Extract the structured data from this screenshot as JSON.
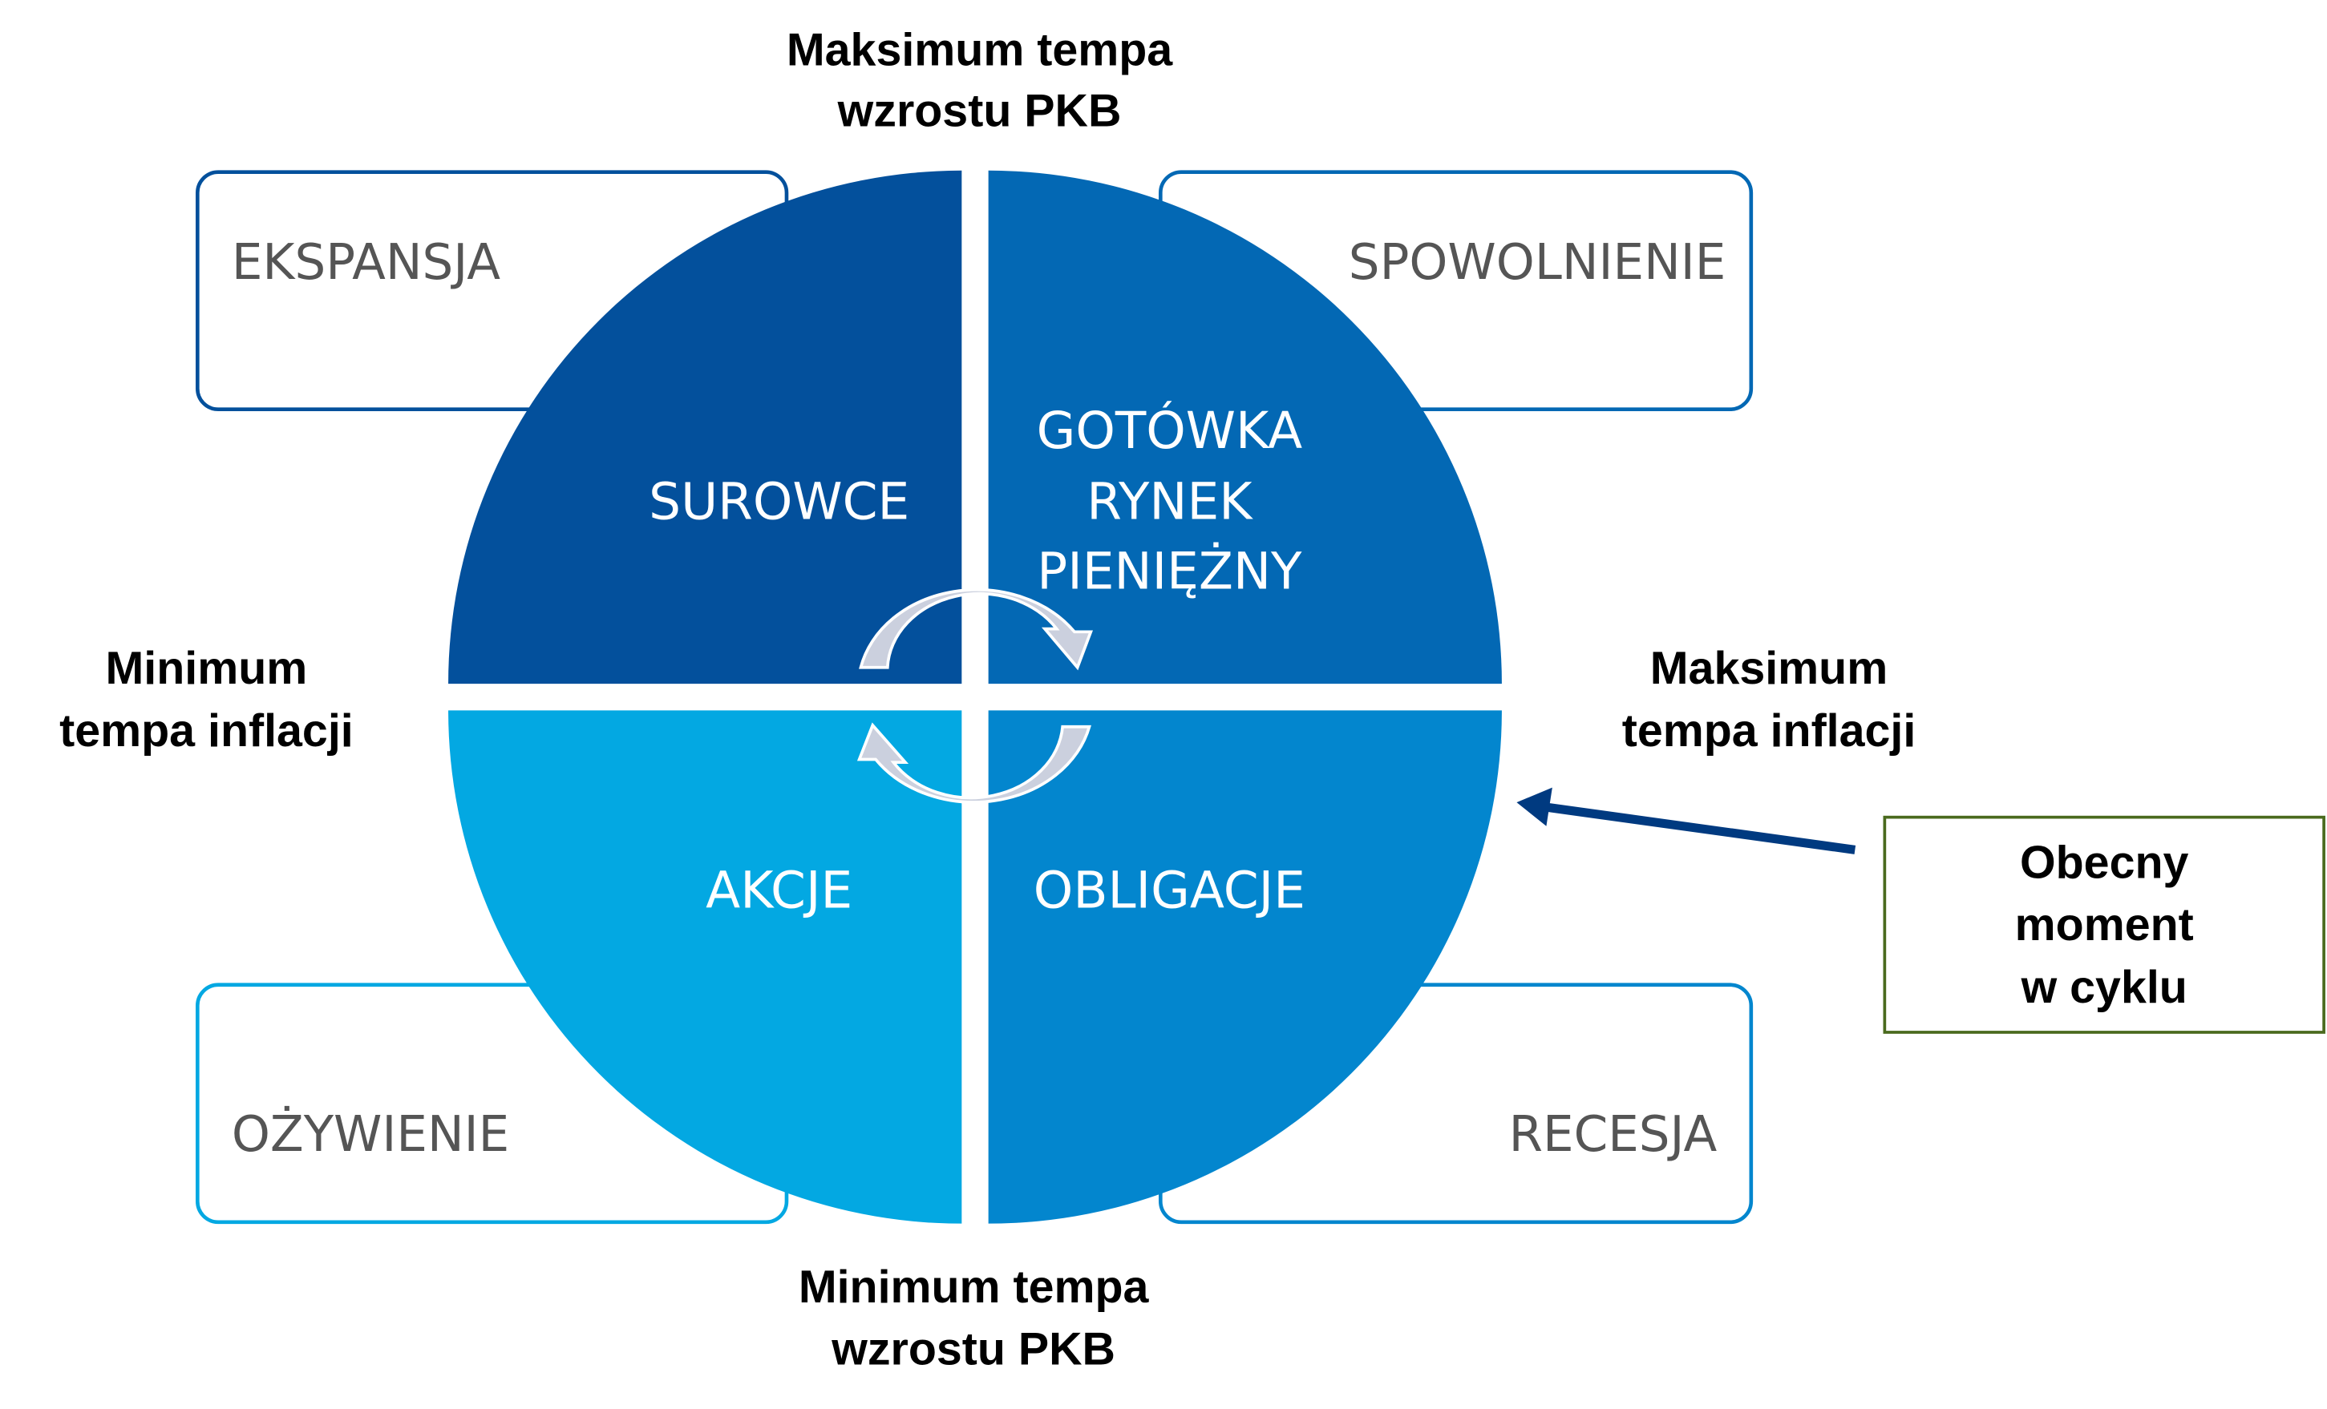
{
  "axis_labels": {
    "top": [
      "Maksimum tempa",
      "wzrostu PKB"
    ],
    "bottom": [
      "Minimum tempa",
      "wzrostu PKB"
    ],
    "left": [
      "Minimum",
      "tempa inflacji"
    ],
    "right": [
      "Maksimum",
      "tempa inflacji"
    ]
  },
  "phases": {
    "top_left": "EKSPANSJA",
    "top_right": "SPOWOLNIENIE",
    "bottom_left": "OŻYWIENIE",
    "bottom_right": "RECESJA"
  },
  "assets": {
    "top_left": "SUROWCE",
    "top_right": [
      "GOTÓWKA",
      "RYNEK",
      "PIENIĘŻNY"
    ],
    "bottom_left": "AKCJE",
    "bottom_right": "OBLIGACJE"
  },
  "callout": [
    "Obecny",
    "moment",
    "w cyklu"
  ],
  "colors": {
    "q_top_left": "#03509c",
    "q_top_right": "#0368b4",
    "q_bottom_left": "#03a8e2",
    "q_bottom_right": "#0386ce",
    "cycle_arrow": "#cbd0de",
    "pointer_arrow": "#003a80",
    "callout_border": "#4a6a1e"
  }
}
